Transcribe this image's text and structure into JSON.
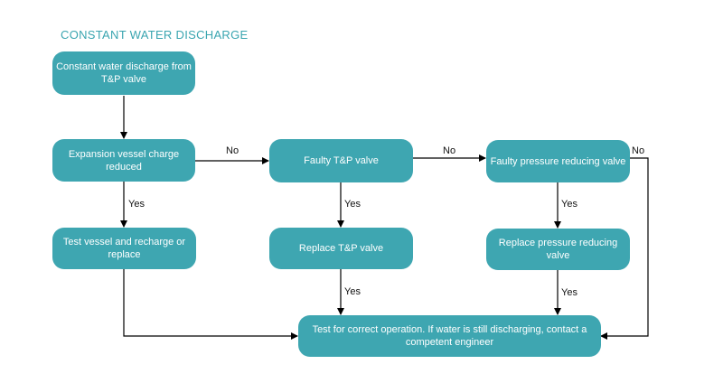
{
  "title": "CONSTANT WATER DISCHARGE",
  "nodes": {
    "start": "Constant water discharge from T&P valve",
    "expansion": "Expansion vessel charge reduced",
    "faulty_tp": "Faulty T&P valve",
    "faulty_prv": "Faulty pressure reducing valve",
    "test_vessel": "Test vessel and recharge or replace",
    "replace_tp": "Replace T&P valve",
    "replace_prv": "Replace pressure reducing valve",
    "final": "Test for correct operation. If water is still discharging, contact a competent engineer"
  },
  "labels": {
    "no1": "No",
    "no2": "No",
    "no3": "No",
    "yes1": "Yes",
    "yes2": "Yes",
    "yes3": "Yes",
    "yes4": "Yes",
    "yes5": "Yes"
  },
  "colors": {
    "node_fill": "#3ea6b1",
    "title": "#3aa5b0",
    "node_text": "#ffffff",
    "line": "#000000"
  }
}
